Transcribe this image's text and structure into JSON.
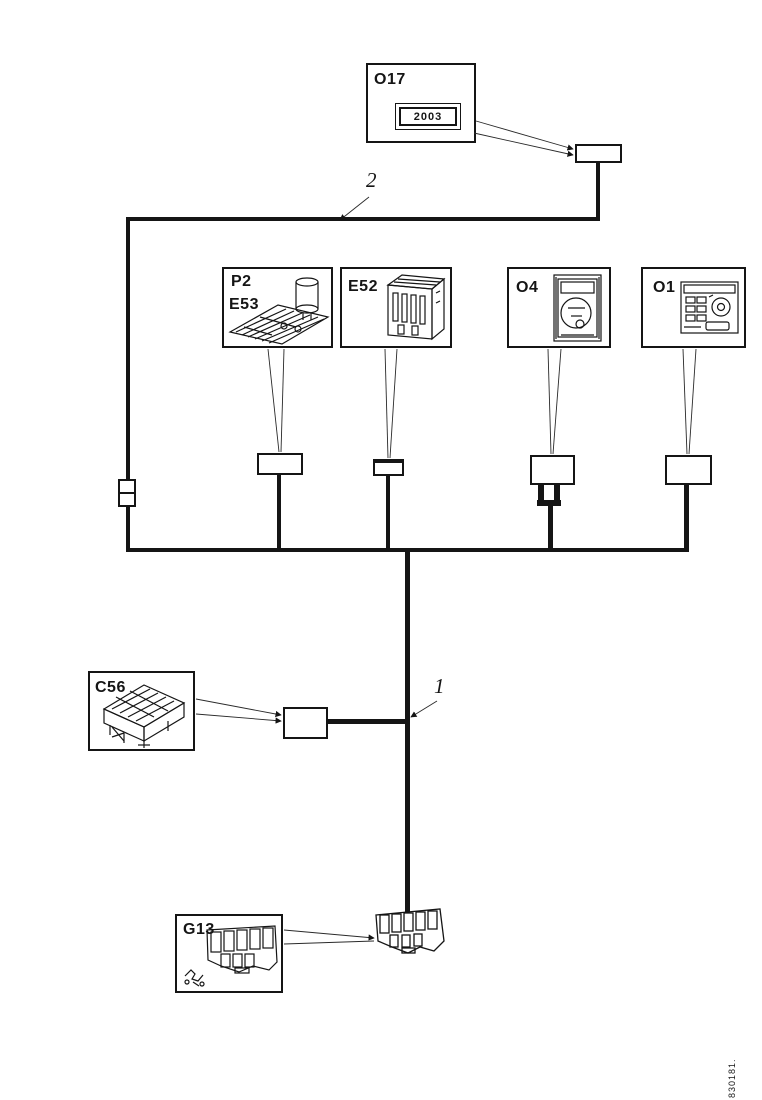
{
  "page": {
    "background_color": "#ffffff",
    "line_color": "#151515"
  },
  "components": {
    "o17": {
      "label": "O17",
      "display_value": "2003"
    },
    "p2_e53": {
      "label_primary": "P2",
      "label_secondary": "E53"
    },
    "e52": {
      "label": "E52"
    },
    "o4": {
      "label": "O4"
    },
    "o1": {
      "label": "O1"
    },
    "c56": {
      "label": "C56"
    },
    "g13": {
      "label": "G13"
    }
  },
  "wire_labels": {
    "harness_1": "1",
    "harness_2": "2"
  },
  "footer": {
    "doc_number": "830181."
  }
}
